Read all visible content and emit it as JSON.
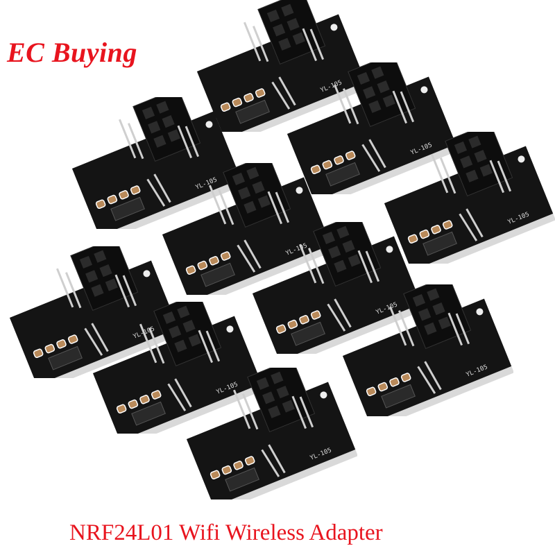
{
  "brand": {
    "logo_text": "EC Buying",
    "color": "#e8141e"
  },
  "caption": "NRF24L01 Wifi Wireless Adapter",
  "product": {
    "board_label": "YL-105",
    "board_count": 10,
    "pcb_color": "#111111"
  }
}
